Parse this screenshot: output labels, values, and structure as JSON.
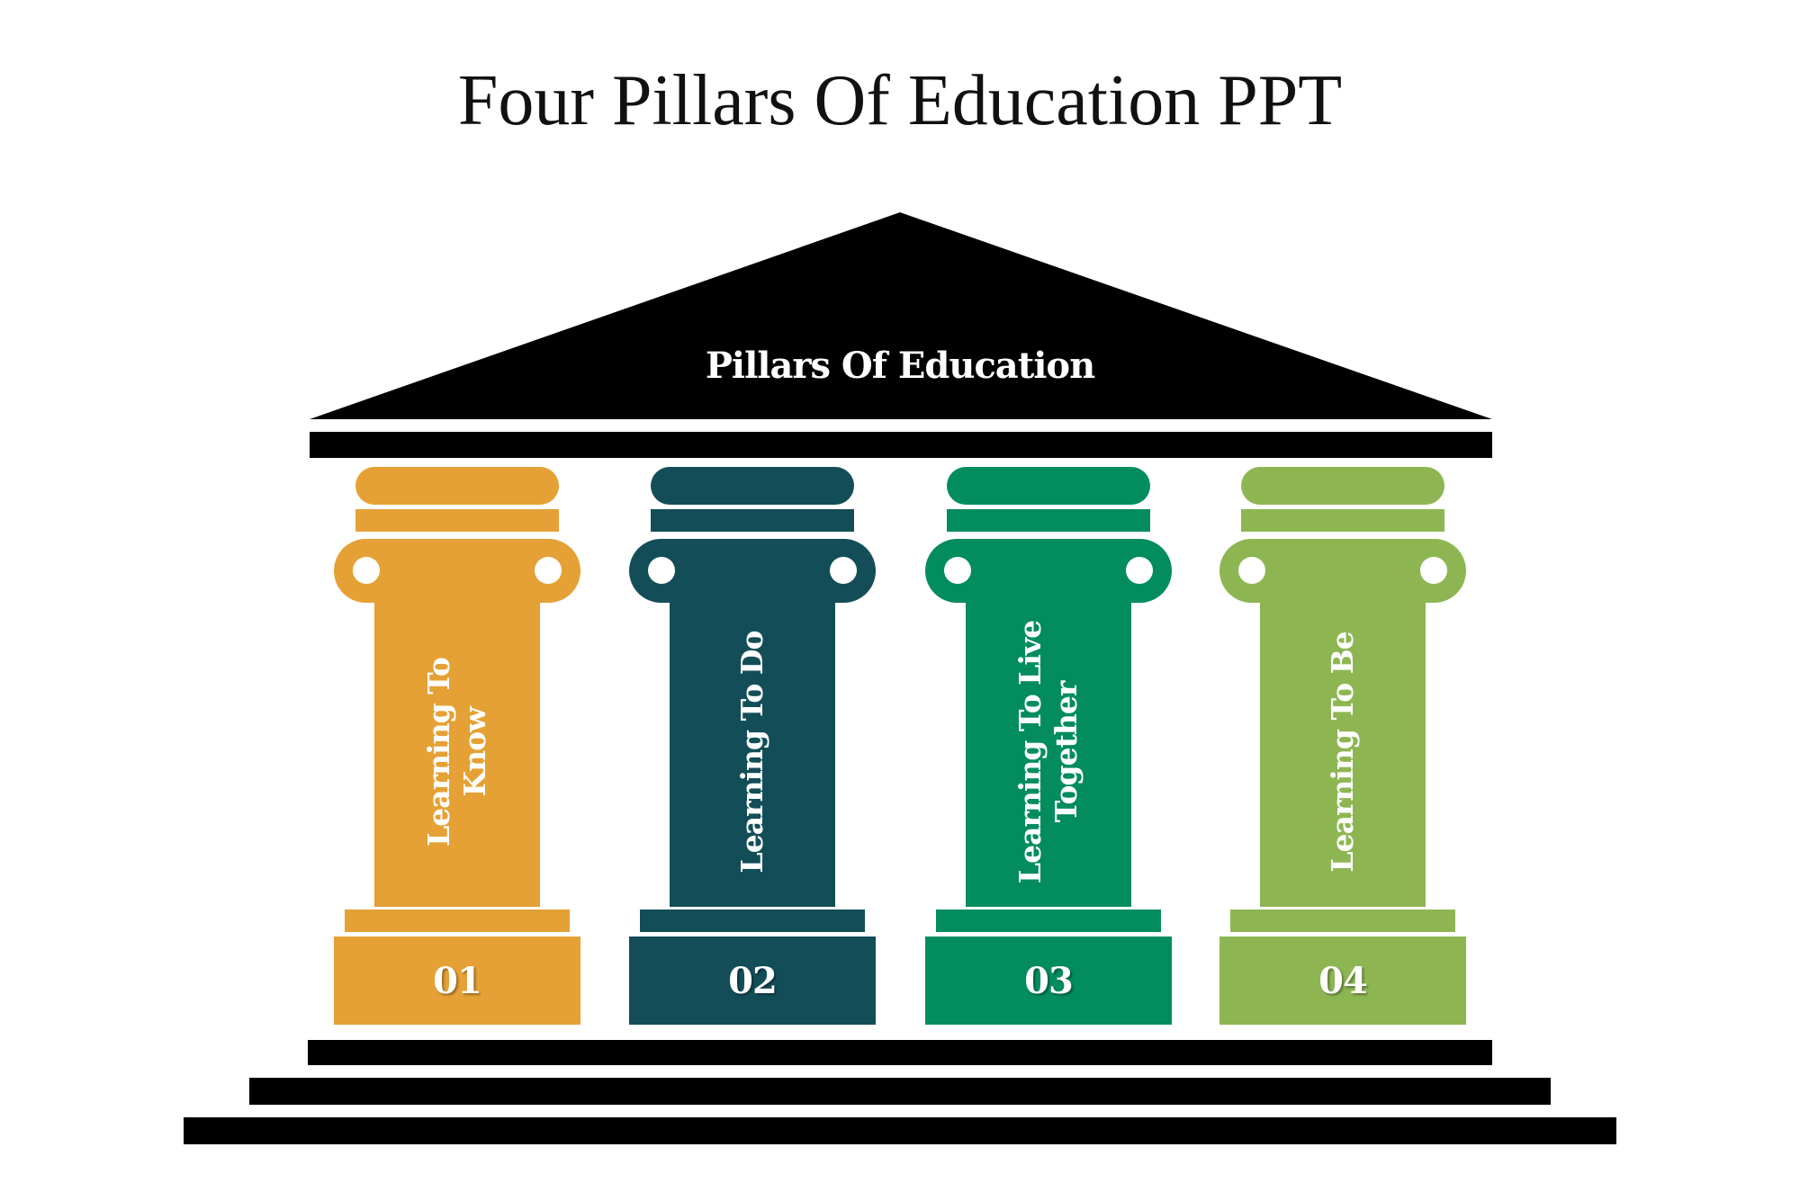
{
  "slide": {
    "title": "Four Pillars Of Education PPT",
    "roof_label": "Pillars Of Education"
  },
  "pillars": [
    {
      "number": "01",
      "line1": "Learning To",
      "line2": "Know",
      "color": "#E5A135"
    },
    {
      "number": "02",
      "line1": "Learning To Do",
      "line2": "",
      "color": "#134E58"
    },
    {
      "number": "03",
      "line1": "Learning To Live",
      "line2": "Together",
      "color": "#038C5E"
    },
    {
      "number": "04",
      "line1": "Learning To Be",
      "line2": "",
      "color": "#8DB653"
    }
  ],
  "colors": {
    "structure": "#000000",
    "background": "#FFFFFF",
    "text_on_color": "#FFFFFF"
  }
}
